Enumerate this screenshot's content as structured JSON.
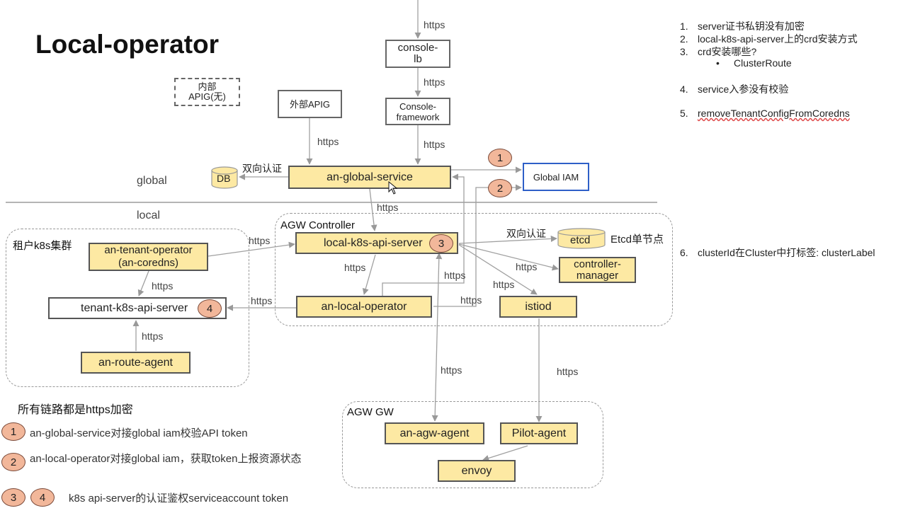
{
  "title": "Local-operator",
  "regions": {
    "global": "global",
    "local": "local"
  },
  "groups": {
    "tenant_cluster": "租户k8s集群",
    "agw_controller": "AGW Controller",
    "agw_gw": "AGW GW"
  },
  "nodes": {
    "internal_apig": "内部\nAPIG(无)",
    "external_apig": "外部APIG",
    "console_lb": "console-\nlb",
    "console_framework": "Console-\nframework",
    "an_global_service": "an-global-service",
    "global_iam": "Global IAM",
    "db": "DB",
    "local_k8s_api_server": "local-k8s-api-server",
    "etcd": "etcd",
    "controller_manager": "controller-\nmanager",
    "istiod": "istiod",
    "an_local_operator": "an-local-operator",
    "an_tenant_operator": "an-tenant-operator\n(an-coredns)",
    "tenant_k8s_api_server": "tenant-k8s-api-server",
    "an_route_agent": "an-route-agent",
    "an_agw_agent": "an-agw-agent",
    "pilot_agent": "Pilot-agent",
    "envoy": "envoy"
  },
  "edge_labels": {
    "https": "https",
    "mutual_auth": "双向认证",
    "etcd_single": "Etcd单节点"
  },
  "badges": [
    "1",
    "2",
    "3",
    "4"
  ],
  "notes": [
    {
      "num": "1.",
      "text": "server证书私钥没有加密"
    },
    {
      "num": "2.",
      "text": "local-k8s-api-server上的crd安装方式"
    },
    {
      "num": "3.",
      "text": "crd安装哪些?"
    },
    {
      "num": "•",
      "text": "ClusterRoute"
    },
    {
      "num": "4.",
      "text": "service入参没有校验"
    },
    {
      "num": "5.",
      "text": "removeTenantConfigFromCoredns"
    },
    {
      "num": "6.",
      "text": "clusterId在Cluster中打标签: clusterLabel"
    }
  ],
  "legend": {
    "heading": "所有链路都是https加密",
    "item1": "an-global-service对接global iam校验API token",
    "item2": "an-local-operator对接global iam，获取token上报资源状态",
    "item34": "k8s api-server的认证鉴权serviceaccount token"
  },
  "colors": {
    "node_fill": "#fde9a3",
    "badge_fill": "#f2b79a",
    "iam_border": "#2e5fc8"
  }
}
